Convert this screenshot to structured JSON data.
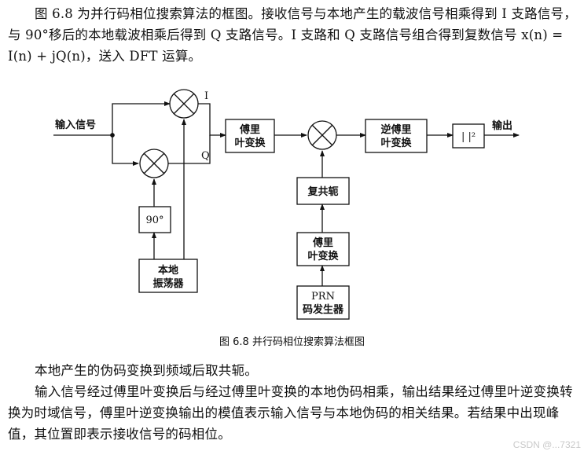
{
  "intro_paragraph": "图 6.8 为并行码相位搜索算法的框图。接收信号与本地产生的载波信号相乘得到 I 支路信号，与 90°移后的本地载波相乘后得到 Q 支路信号。I 支路和 Q 支路信号组合得到复数信号 x(n) = I(n) + jQ(n)，送入 DFT 运算。",
  "diagram": {
    "input_label": "输入信号",
    "output_label": "输出",
    "i_label": "I",
    "q_label": "Q",
    "fft_label_line1": "傅里",
    "fft_label_line2": "叶变换",
    "ifft_label_line1": "逆傅里",
    "ifft_label_line2": "叶变换",
    "abs_label": "| |²",
    "phase_label": "90°",
    "osc_label_line1": "本地",
    "osc_label_line2": "振荡器",
    "conj_label": "复共轭",
    "prn_fft_label_line1": "傅里",
    "prn_fft_label_line2": "叶变换",
    "prn_label_line1": "PRN",
    "prn_label_line2": "码发生器"
  },
  "caption": "图 6.8    并行码相位搜索算法框图",
  "paragraph_a": "本地产生的伪码变换到频域后取共轭。",
  "paragraph_b": "输入信号经过傅里叶变换后与经过傅里叶变换的本地伪码相乘，输出结果经过傅里叶逆变换转换为时域信号，傅里叶逆变换输出的模值表示输入信号与本地伪码的相关结果。若结果中出现峰值，其位置即表示接收信号的码相位。",
  "watermark": "CSDN @...7321"
}
